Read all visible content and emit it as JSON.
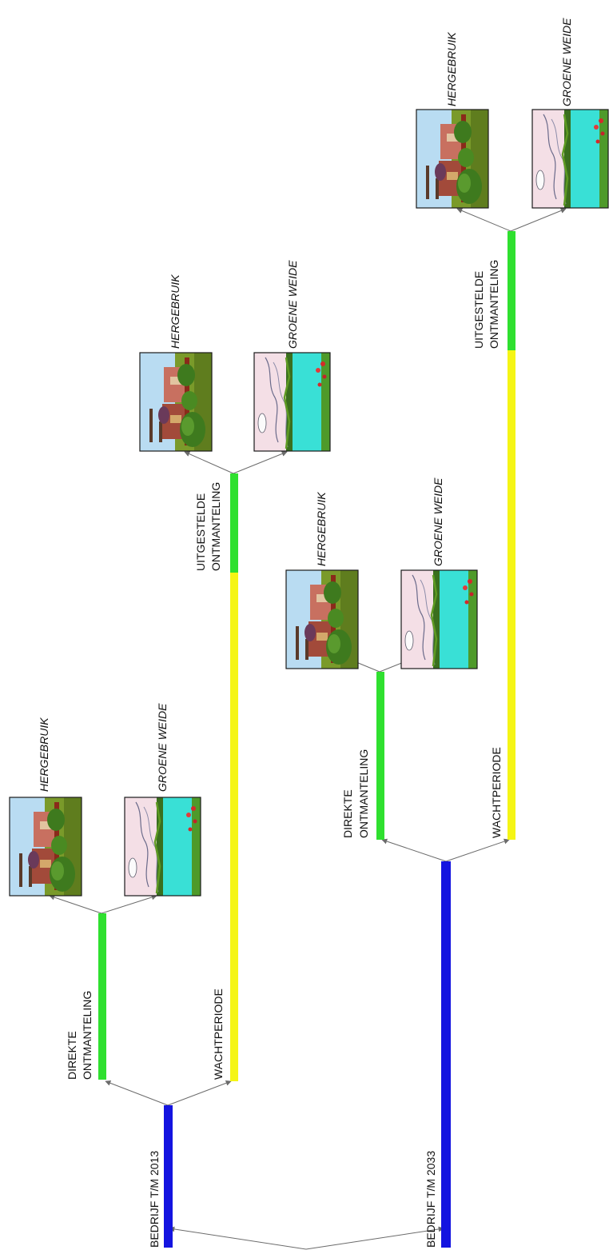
{
  "colors": {
    "operation": "#1414e0",
    "waiting": "#f5f515",
    "dismantling": "#2fe02f",
    "connector": "#6b6b6b"
  },
  "icons": {
    "hergebruik": "industrial-town-reuse-icon",
    "groene_weide": "green-field-landscape-icon"
  },
  "branches": {
    "a": {
      "operation": "BEDRIJF T/M 2013",
      "direct": {
        "line1": "DIREKTE",
        "line2": "ONTMANTELING",
        "reuse": "HERGEBRUIK",
        "green": "GROENE WEIDE"
      },
      "wait": {
        "label": "WACHTPERIODE",
        "deferred_line1": "UITGESTELDE",
        "deferred_line2": "ONTMANTELING",
        "reuse": "HERGEBRUIK",
        "green": "GROENE WEIDE"
      }
    },
    "b": {
      "operation": "BEDRIJF T/M 2033",
      "direct": {
        "line1": "DIREKTE",
        "line2": "ONTMANTELING",
        "reuse": "HERGEBRUIK",
        "green": "GROENE WEIDE"
      },
      "wait": {
        "label": "WACHTPERIODE",
        "deferred_line1": "UITGESTELDE",
        "deferred_line2": "ONTMANTELING",
        "reuse": "HERGEBRUIK",
        "green": "GROENE WEIDE"
      }
    }
  }
}
